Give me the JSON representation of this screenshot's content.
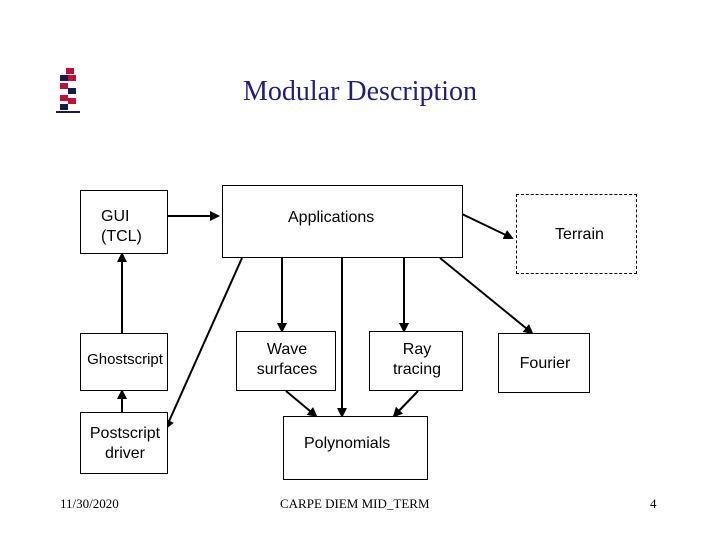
{
  "slide": {
    "title": "Modular Description",
    "boxes": {
      "gui": "GUI\n(TCL)",
      "ghostscript": "Ghostscript",
      "postscript_driver": "Postscript\ndriver",
      "applications": "Applications",
      "terrain": "Terrain",
      "wave_surfaces": "Wave\nsurfaces",
      "ray_tracing": "Ray\ntracing",
      "fourier": "Fourier",
      "polynomials": "Polynomials"
    },
    "footer": {
      "date": "11/30/2020",
      "center": "CARPE DIEM MID_TERM",
      "page": "4"
    }
  },
  "colors": {
    "title": "#1f1f7a",
    "logo_red": "#c0103a",
    "logo_dark": "#1a1a4a"
  }
}
